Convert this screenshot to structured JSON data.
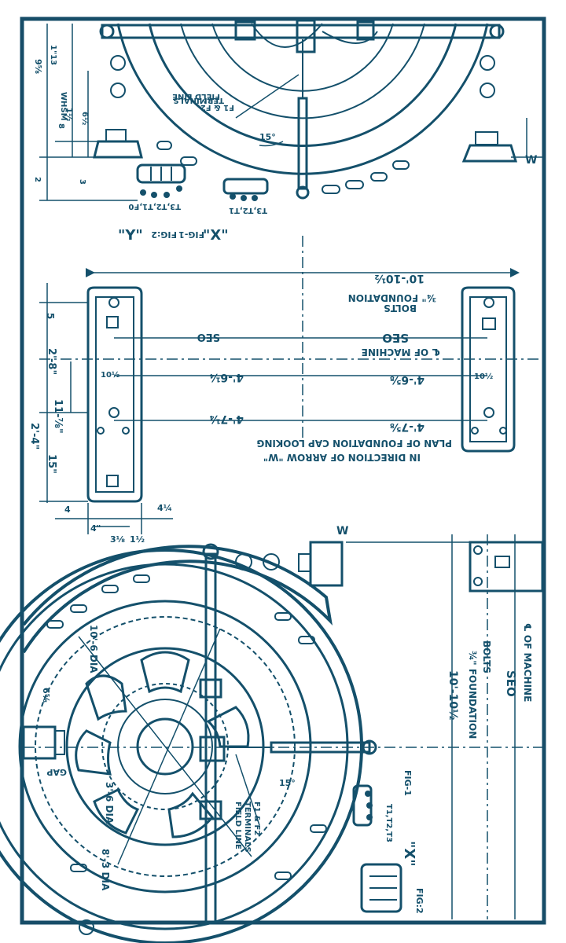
{
  "colors": {
    "ink": "#14506b",
    "paper": "#ffffff",
    "border": "#174d68"
  },
  "top": {
    "field_line": "FIELD LINE",
    "terminals": "TERMINALS",
    "terminal_codes": "F1 & F2",
    "angle": "15°",
    "fig1": "FIG-1",
    "fig2": "FIG:2",
    "x": "\"X\"",
    "y": "\"Y\"",
    "terms": "T3,T2,T1",
    "terms2": "T3,T2,T1,F0",
    "w": "W",
    "dim_9_5_8": "9⅝",
    "dim_1_1_2": "1½",
    "dim_6_1_2": "6½",
    "dim_8": "8",
    "dim_2": "2",
    "dim_whsm": "WHSM",
    "dim_3": "3",
    "dim_1_13": "1\"13"
  },
  "plan": {
    "overall": "10'-10½",
    "foundation": "¾\" FOUNDATION",
    "bolts": "BOLTS",
    "seo_left": "SEO",
    "seo_right": "SEO",
    "cl_machine": "℄ OF MACHINE",
    "d1": "4'-6¼",
    "d2": "4'-6⅝",
    "d3": "4'-7¼",
    "d4": "4'-7⅝",
    "d_10_1": "10½",
    "d_10_2": "10½",
    "title1": "PLAN OF FOUNDATION CAP LOOKING",
    "title2": "IN DIRECTION OF ARROW \"W\"",
    "left_dims": [
      "5",
      "2'-8\"",
      "11-⅞\"",
      "15\"",
      "2'-4\""
    ],
    "bottom_dims": [
      "4",
      "4\"",
      "3⅛",
      "1½",
      "4¼"
    ]
  },
  "bottom": {
    "dia1": "10'-6 DIA",
    "dia2": "3'-6 DIA",
    "dia3": "8'-3 DIA",
    "gap": "GAP",
    "gap_dim": "6⅝",
    "field_line": "FIELD LINE",
    "terminals": "TERMINALS",
    "terminal_codes": "F1 & F2",
    "angle": "15°",
    "fig1": "FIG-1",
    "fig2": "FIG:2",
    "x": "\"X\"",
    "terms": "T1,T2,T3",
    "overall": "10'-10½",
    "foundation": "¾\" FOUNDATION",
    "bolts": "BOLTS",
    "seo": "SEO",
    "cl_machine": "℄ OF MACHINE",
    "w": "W"
  }
}
